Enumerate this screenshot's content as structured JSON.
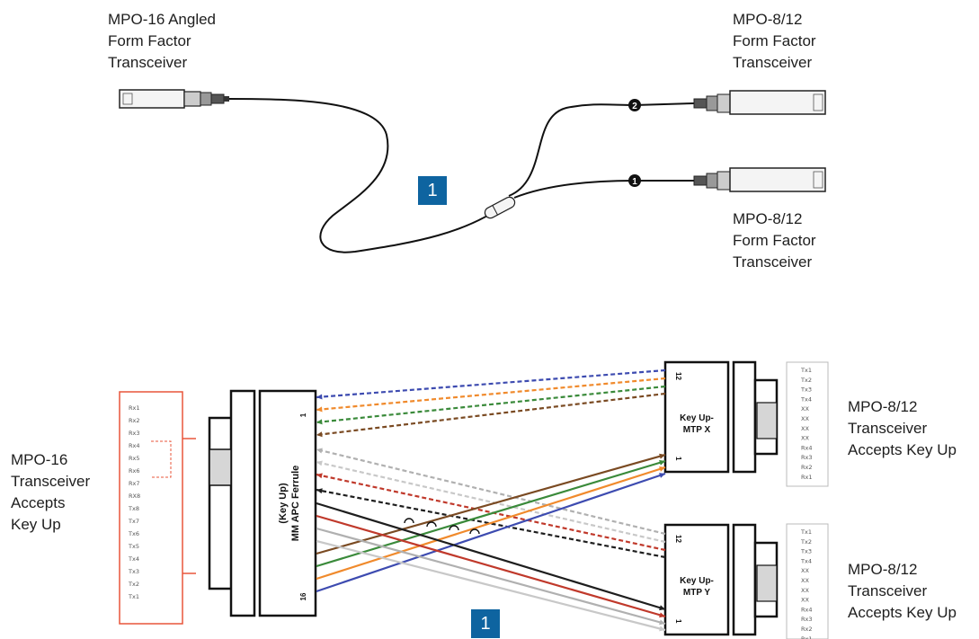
{
  "top": {
    "left_transceiver": "MPO-16 Angled\nForm Factor\nTransceiver",
    "right_transceiver_top": "MPO-8/12\nForm Factor\nTransceiver",
    "right_transceiver_bottom": "MPO-8/12\nForm Factor\nTransceiver",
    "badge": "1",
    "leg_markers": [
      "1",
      "2"
    ]
  },
  "bottom": {
    "left_label": "MPO-16\nTransceiver\nAccepts\nKey Up",
    "right_label_top": "MPO-8/12\nTransceiver\nAccepts Key Up",
    "right_label_bottom": "MPO-8/12\nTransceiver\nAccepts Key Up",
    "badge": "1",
    "ferrule_label_line1": "(Key Up)",
    "ferrule_label_line2": "MM APC Ferrule",
    "ferrule_pin_first": "1",
    "ferrule_pin_last": "16",
    "connector_x": "Key Up-\nMTP X",
    "connector_y": "Key Up-\nMTP Y",
    "connector_pin_top": "12",
    "connector_pin_bottom": "1",
    "mpo16_lanes": [
      "Rx1",
      "Rx2",
      "Rx3",
      "Rx4",
      "Rx5",
      "Rx6",
      "Rx7",
      "RX8",
      "Tx8",
      "Tx7",
      "Tx6",
      "Tx5",
      "Tx4",
      "Tx3",
      "Tx2",
      "Tx1"
    ],
    "mpo12_lanes": [
      "Tx1",
      "Tx2",
      "Tx3",
      "Tx4",
      "XX",
      "XX",
      "XX",
      "XX",
      "Rx4",
      "Rx3",
      "Rx2",
      "Rx1"
    ]
  },
  "colors": {
    "badge": "#0e64a0",
    "mpo16_box": "#e8553a",
    "fibers": [
      "#3d4bb0",
      "#f08a2c",
      "#3a8a3a",
      "#7a4a22",
      "#b0b0b0",
      "#c8c8c8",
      "#c0392b",
      "#1e1e1e"
    ]
  }
}
